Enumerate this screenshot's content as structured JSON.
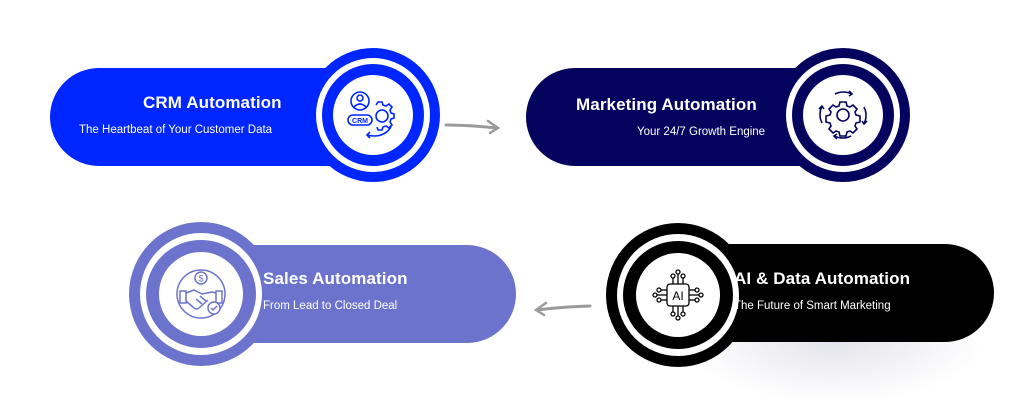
{
  "cards": [
    {
      "id": "crm",
      "title": "CRM Automation",
      "subtitle": "The Heartbeat of Your Customer Data",
      "icon": "crm-gear-icon",
      "icon_label": "CRM",
      "color": "#0026FF"
    },
    {
      "id": "marketing",
      "title": "Marketing Automation",
      "subtitle": "Your 24/7 Growth Engine",
      "icon": "gear-cycle-icon",
      "color": "#04045F"
    },
    {
      "id": "sales",
      "title": "Sales Automation",
      "subtitle": "From Lead to Closed Deal",
      "icon": "handshake-dollar-icon",
      "icon_symbol": "$",
      "color": "#6B73CC"
    },
    {
      "id": "ai",
      "title": "AI & Data Automation",
      "subtitle": "The Future of Smart Marketing",
      "icon": "ai-chip-icon",
      "icon_label": "AI",
      "color": "#000000"
    }
  ],
  "arrows": [
    {
      "from": "crm",
      "to": "marketing",
      "direction": "right"
    },
    {
      "from": "ai",
      "to": "sales",
      "direction": "left"
    }
  ]
}
